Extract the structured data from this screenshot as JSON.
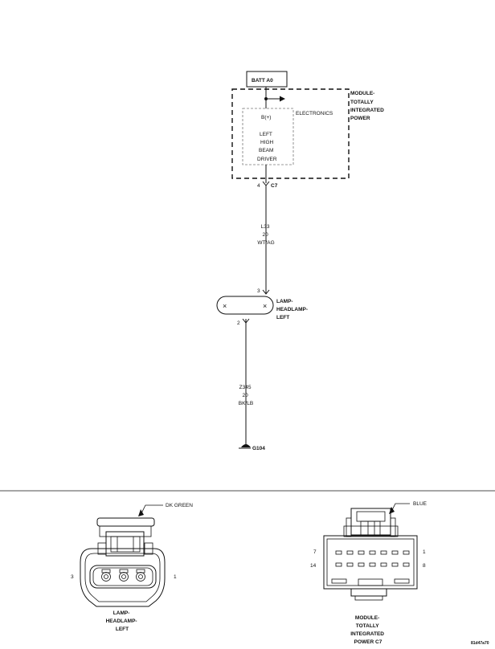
{
  "schematic": {
    "power_source": "BATT A0",
    "module_label": [
      "MODULE-",
      "TOTALLY",
      "INTEGRATED",
      "POWER"
    ],
    "electronics_label": "ELECTRONICS",
    "driver_supply": "B(+)",
    "driver_label": [
      "LEFT",
      "HIGH",
      "BEAM",
      "DRIVER"
    ],
    "module_pin": "4",
    "module_connector": "C7",
    "wire1": [
      "L33",
      "20",
      "WT/AG"
    ],
    "lamp_pin_in": "3",
    "lamp_label": [
      "LAMP-",
      "HEADLAMP-",
      "LEFT"
    ],
    "lamp_pin_out": "2",
    "wire2": [
      "Z345",
      "20",
      "BK/LB"
    ],
    "ground": "G104"
  },
  "connectors": {
    "lamp": {
      "color": "DK GREEN",
      "pin_left": "3",
      "pin_right": "1",
      "label": [
        "LAMP-",
        "HEADLAMP-",
        "LEFT"
      ]
    },
    "module": {
      "color": "BLUE",
      "pin_top_left": "7",
      "pin_top_right": "1",
      "pin_bottom_left": "14",
      "pin_bottom_right": "8",
      "label": [
        "MODULE-",
        "TOTALLY",
        "INTEGRATED",
        "POWER C7"
      ]
    }
  },
  "figure_id": "81d47a70"
}
